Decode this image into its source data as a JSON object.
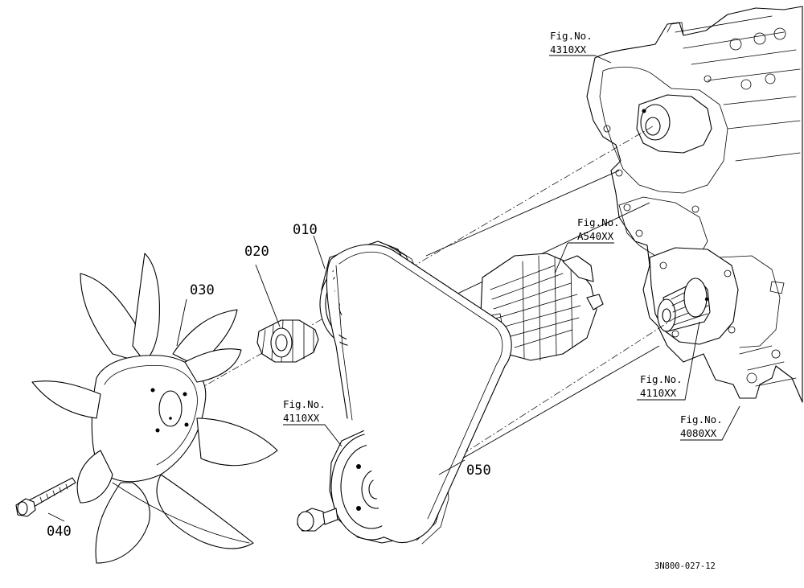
{
  "part_callouts": {
    "p010": "010",
    "p020": "020",
    "p030": "030",
    "p040": "040",
    "p050": "050"
  },
  "figure_refs": {
    "f4310": {
      "line1": "Fig.No.",
      "line2": "4310XX"
    },
    "fA540": {
      "line1": "Fig.No.",
      "line2": "A540XX"
    },
    "f4110_right": {
      "line1": "Fig.No.",
      "line2": "4110XX"
    },
    "f4110_left": {
      "line1": "Fig.No.",
      "line2": "4110XX"
    },
    "f4080": {
      "line1": "Fig.No.",
      "line2": "4080XX"
    }
  },
  "drawing_code": "3N800-027-12",
  "colors": {
    "ink": "#000000",
    "paper": "#ffffff"
  }
}
